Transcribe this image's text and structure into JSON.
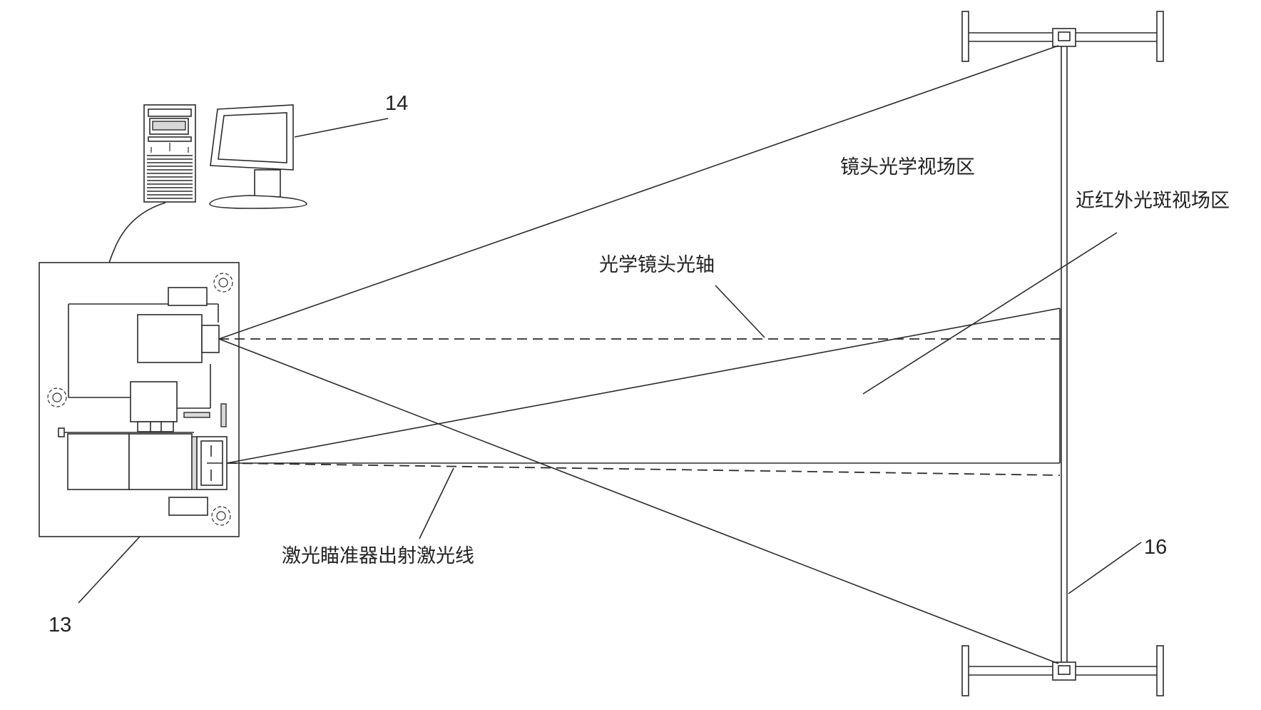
{
  "labels": {
    "lens_fov": "镜头光学视场区",
    "nir_fov": "近红外光斑视场区",
    "optical_axis": "光学镜头光轴",
    "laser_line": "激光瞄准器出射激光线"
  },
  "refs": {
    "computer": "14",
    "device": "13",
    "screen": "16"
  },
  "colors": {
    "line": "#2b2b2b",
    "background": "#ffffff"
  }
}
